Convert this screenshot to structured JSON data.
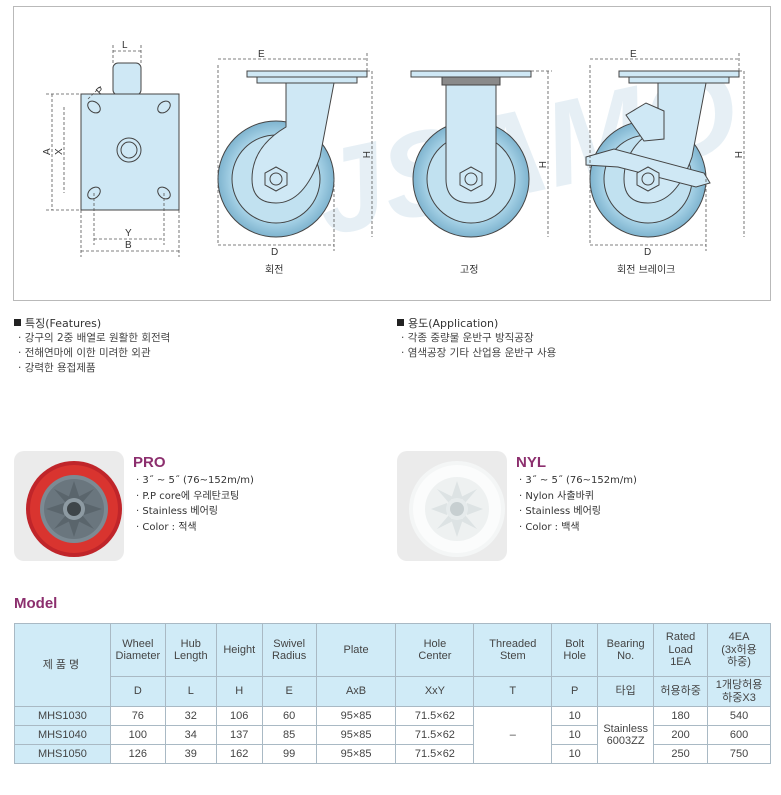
{
  "diagram": {
    "dim_labels": {
      "L": "L",
      "P": "P",
      "A": "A",
      "X": "X",
      "Y": "Y",
      "B": "B",
      "E": "E",
      "H": "H",
      "D": "D"
    },
    "captions": {
      "swivel": "회전",
      "fixed": "고정",
      "swivel_brake": "회전 브레이크"
    },
    "watermark": "JSAMO"
  },
  "features": {
    "heading": "특징(Features)",
    "items": [
      "강구의 2중 배열로 원활한 회전력",
      "전해연마에 이한 미려한 외관",
      "강력한 용접제품"
    ]
  },
  "application": {
    "heading": "용도(Application)",
    "items": [
      "각종 중량물 운반구 방직공장",
      "염색공장 기타 산업용 운반구 사용"
    ]
  },
  "products": [
    {
      "name": "PRO",
      "specs": [
        "3˝ ~ 5˝ (76~152m/m)",
        "P.P core에 우레탄코팅",
        "Stainless 베어링",
        "Color : 적색"
      ]
    },
    {
      "name": "NYL",
      "specs": [
        "3˝ ~ 5˝ (76~152m/m)",
        "Nylon 사출바퀴",
        "Stainless 베어링",
        "Color : 백색"
      ]
    }
  ],
  "model": {
    "title": "Model",
    "table": {
      "name_header": "제품명",
      "headers": [
        "Wheel\nDiameter",
        "Hub\nLength",
        "Height",
        "Swivel\nRadius",
        "Plate",
        "Hole\nCenter",
        "Threaded\nStem",
        "Bolt\nHole",
        "Bearing\nNo.",
        "Rated\nLoad\n1EA",
        "4EA\n(3x허용\n하중)"
      ],
      "symbols": [
        "D",
        "L",
        "H",
        "E",
        "AxB",
        "XxY",
        "T",
        "P",
        "타입",
        "허용하중",
        "1개당허용\n하중X3"
      ],
      "rows": [
        {
          "model": "MHS1030",
          "d": "76",
          "l": "32",
          "h": "106",
          "e": "60",
          "plate": "95×85",
          "hole": "71.5×62",
          "bolt": "10",
          "load": "180",
          "load4": "540"
        },
        {
          "model": "MHS1040",
          "d": "100",
          "l": "34",
          "h": "137",
          "e": "85",
          "plate": "95×85",
          "hole": "71.5×62",
          "bolt": "10",
          "load": "200",
          "load4": "600"
        },
        {
          "model": "MHS1050",
          "d": "126",
          "l": "39",
          "h": "162",
          "e": "99",
          "plate": "95×85",
          "hole": "71.5×62",
          "bolt": "10",
          "load": "250",
          "load4": "750"
        }
      ],
      "threaded_stem": "–",
      "bearing": "Stainless\n6003ZZ"
    }
  }
}
